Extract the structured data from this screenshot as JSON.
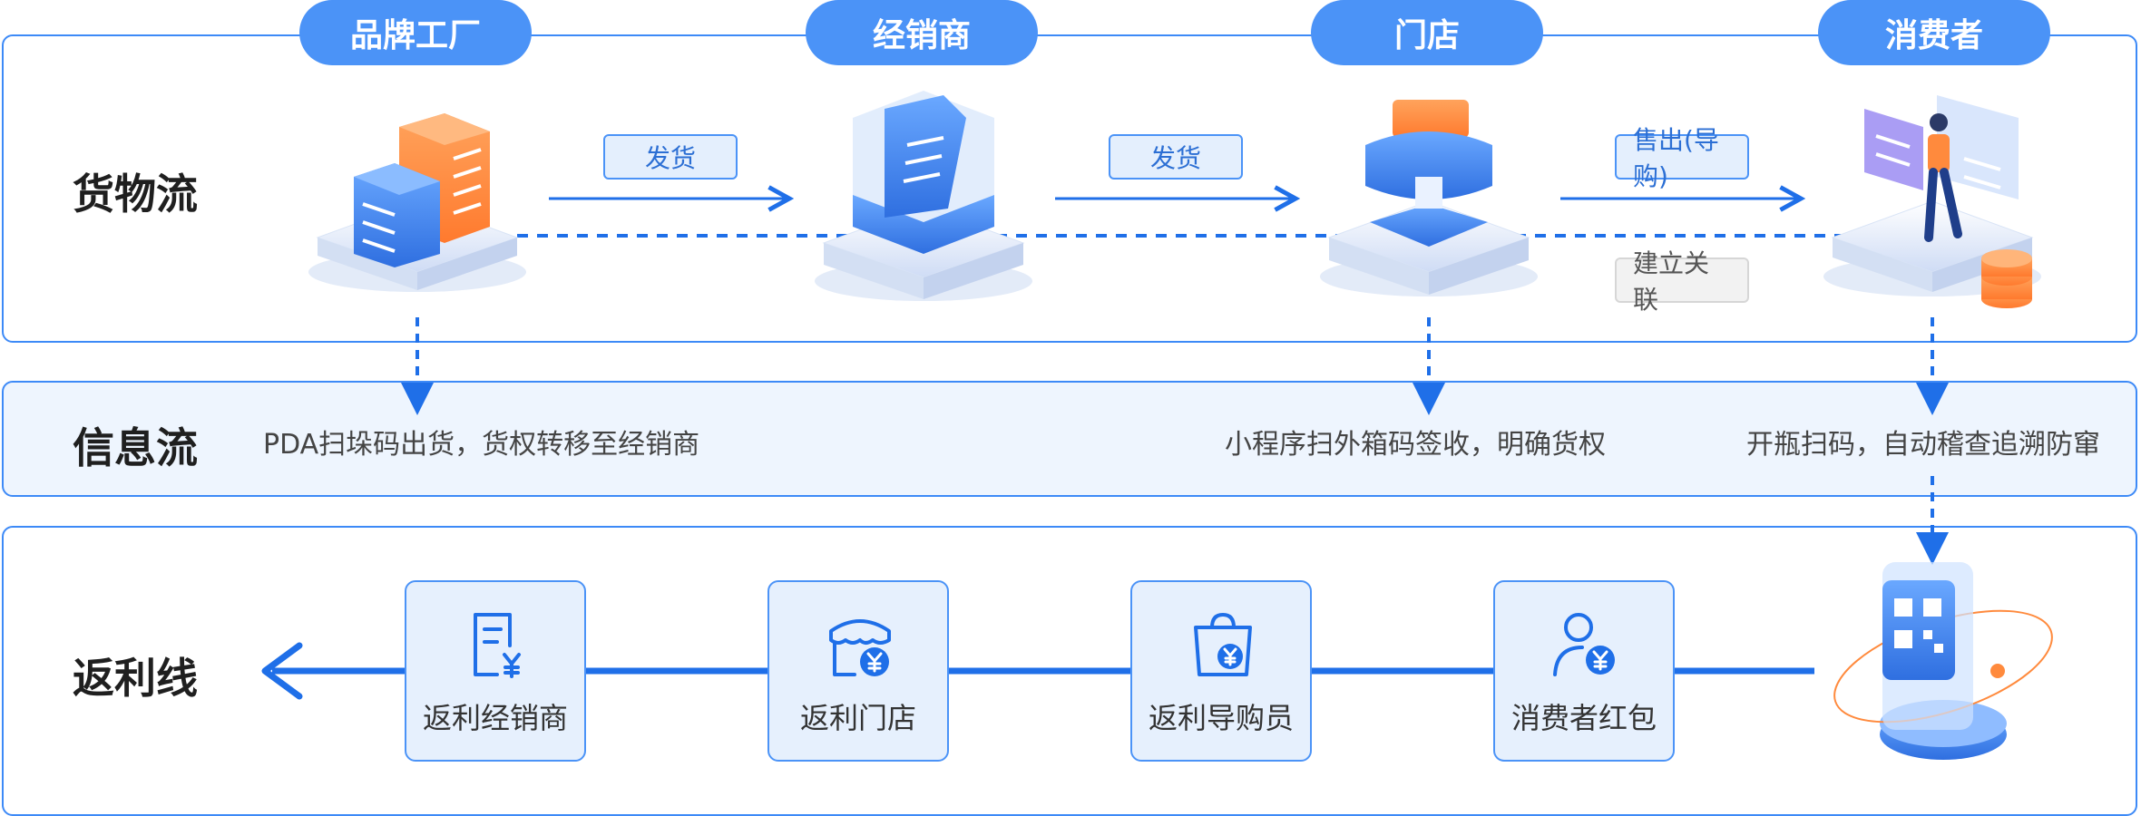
{
  "stages": [
    "品牌工厂",
    "经销商",
    "门店",
    "消费者"
  ],
  "rows": {
    "goods": "货物流",
    "info": "信息流",
    "rebate": "返利线"
  },
  "goods_flow": {
    "ship1": "发货",
    "ship2": "发货",
    "sell": "售出(导购)",
    "link": "建立关联"
  },
  "info_flow": {
    "factory": "PDA扫垛码出货，货权转移至经销商",
    "store": "小程序扫外箱码签收，明确货权",
    "consumer": "开瓶扫码，自动稽查追溯防窜"
  },
  "rebate_items": [
    {
      "label": "返利经销商",
      "icon": "receipt-yuan-icon"
    },
    {
      "label": "返利门店",
      "icon": "store-yuan-icon"
    },
    {
      "label": "返利导购员",
      "icon": "bag-yuan-icon"
    },
    {
      "label": "消费者红包",
      "icon": "user-yuan-icon"
    }
  ],
  "colors": {
    "primary": "#4b93f7",
    "line": "#1f6fe8",
    "panel_border": "#3d8af7",
    "info_bg": "#eef5fe",
    "accent_orange": "#ff8a3d"
  }
}
